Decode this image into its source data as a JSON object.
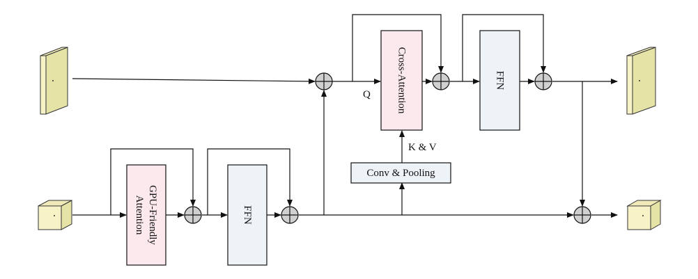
{
  "blocks": {
    "cross_attention": "Cross-Attention",
    "ffn_top": "FFN",
    "gpu_attention_line1": "GPU-Friendly",
    "gpu_attention_line2": "Attention",
    "ffn_bottom": "FFN",
    "conv_pooling": "Conv & Pooling"
  },
  "labels": {
    "q": "Q",
    "kv": "K & V"
  },
  "colors": {
    "token_face": "#f7f3c7",
    "token_side": "#e6e3a7",
    "attention_fill": "#fbe9ee",
    "ffn_fill": "#eef3f8",
    "adder_fill": "#d0d0d0",
    "line": "#111111"
  }
}
